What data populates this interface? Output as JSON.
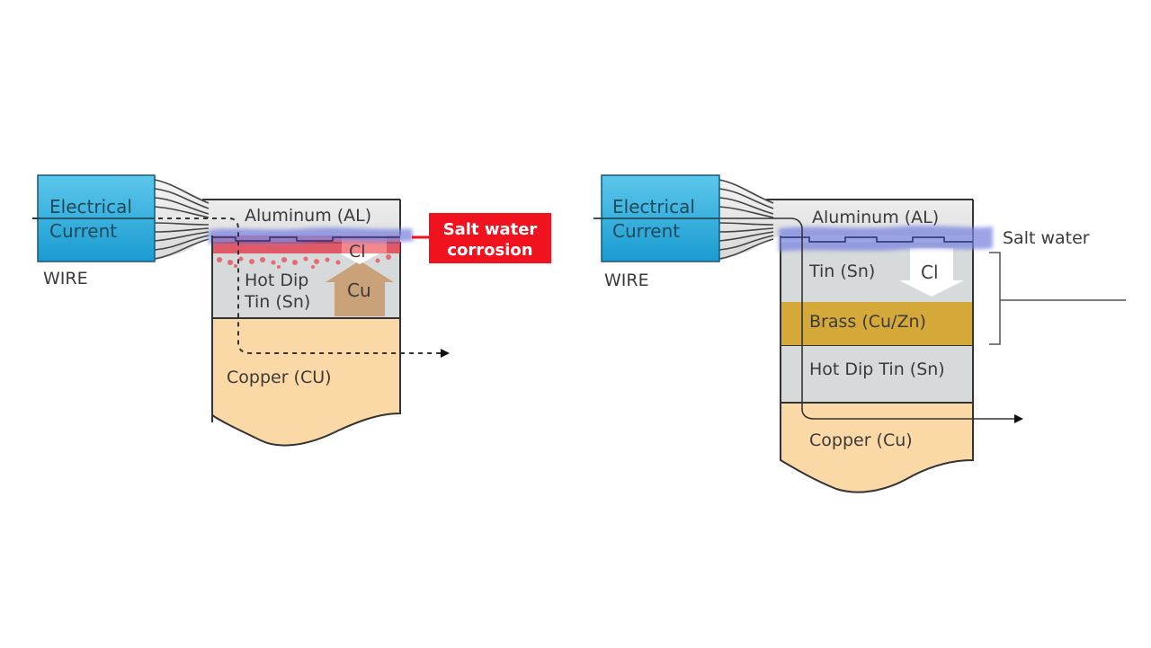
{
  "left_diagram": {
    "wire_box": {
      "line1": "Electrical",
      "line2": "Current"
    },
    "wire_label": "WIRE",
    "layers": {
      "aluminum": "Aluminum (AL)",
      "tin_line1": "Hot Dip",
      "tin_line2": "Tin (Sn)",
      "copper": "Copper (CU)"
    },
    "chloride_label": "Cl",
    "copper_migration_label": "Cu",
    "callout": {
      "line1": "Salt water",
      "line2": "corrosion"
    },
    "current_path_style": "dashed"
  },
  "right_diagram": {
    "wire_box": {
      "line1": "Electrical",
      "line2": "Current"
    },
    "wire_label": "WIRE",
    "layers": {
      "aluminum": "Aluminum (AL)",
      "tin": "Tin (Sn)",
      "brass": "Brass (Cu/Zn)",
      "hot_dip_tin": "Hot Dip Tin (Sn)",
      "copper": "Copper (Cu)"
    },
    "chloride_label": "Cl",
    "salt_water_label": "Salt water",
    "current_path_style": "solid"
  },
  "colors": {
    "wire_blue": "#2aa6d6",
    "aluminum_gray": "#e6e6e6",
    "tin_gray": "#d6dadb",
    "copper_peach": "#fbd9a6",
    "brass_gold": "#d4a93a",
    "salt_water_blue": "#7b86e0",
    "corrosion_red": "#e2384a",
    "callout_red": "#f0121e",
    "cu_arrow_tan": "#c9a27a"
  }
}
